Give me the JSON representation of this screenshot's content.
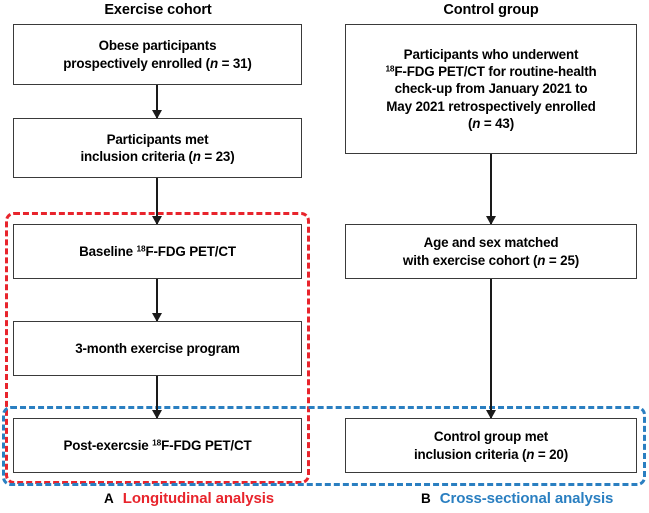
{
  "figure": {
    "type": "flowchart",
    "columns": [
      {
        "id": "exercise",
        "title": "Exercise cohort"
      },
      {
        "id": "control",
        "title": "Control group"
      }
    ]
  },
  "boxes": {
    "obese": {
      "lines": [
        "Obese participants",
        "prospectively enrolled (n = 31)"
      ],
      "n": 31
    },
    "inclusion": {
      "lines": [
        "Participants met",
        "inclusion criteria (n = 23)"
      ],
      "n": 23
    },
    "baseline": {
      "lines": [
        "Baseline 18F-FDG PET/CT"
      ]
    },
    "program": {
      "lines": [
        "3-month exercise program"
      ]
    },
    "postex": {
      "lines": [
        "Post-exercsie 18F-FDG PET/CT"
      ]
    },
    "participants": {
      "lines": [
        "Participants who underwent",
        "18F-FDG PET/CT for routine-health",
        "check-up from January 2021 to",
        "May 2021 retrospectively enrolled",
        "(n = 43)"
      ],
      "n": 43
    },
    "matched": {
      "lines": [
        "Age and sex matched",
        "with exercise cohort (n = 25)"
      ],
      "n": 25
    },
    "controlmet": {
      "lines": [
        "Control group met",
        "inclusion criteria (n = 20)"
      ],
      "n": 20
    }
  },
  "legend": {
    "a": {
      "tag": "A",
      "caption": "Longitudinal analysis",
      "color": "#e8242c"
    },
    "b": {
      "tag": "B",
      "caption": "Cross-sectional analysis",
      "color": "#2a7fc1"
    }
  },
  "colors": {
    "box_border": "#3a3a3a",
    "arrow": "#1a1a1a",
    "longitudinal_region": "#e8242c",
    "cross_sectional_region": "#2a7fc1",
    "text": "#000000",
    "background": "#ffffff"
  }
}
